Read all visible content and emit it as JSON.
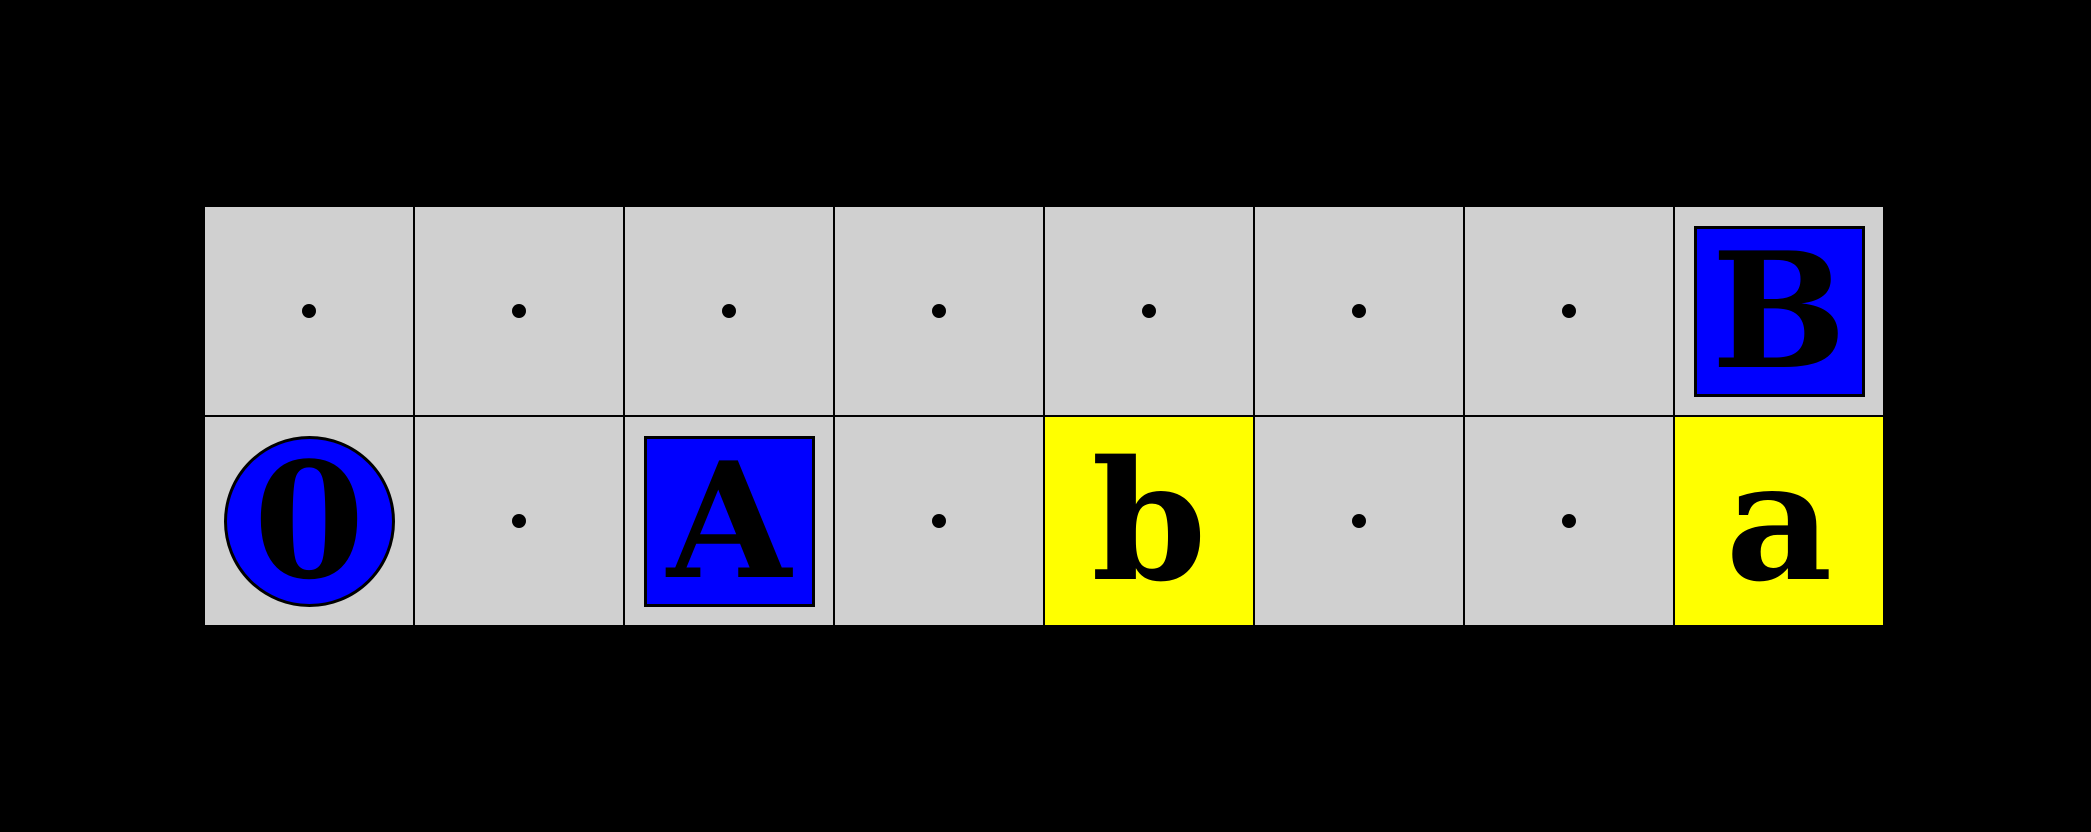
{
  "board": {
    "columns": 8,
    "rows": 2,
    "colors": {
      "floor": "#d0d0d0",
      "goal": "#ffff00",
      "piece": "#0000ff",
      "background": "#000000"
    },
    "cells": [
      [
        {
          "type": "empty",
          "label": ""
        },
        {
          "type": "empty",
          "label": ""
        },
        {
          "type": "empty",
          "label": ""
        },
        {
          "type": "empty",
          "label": ""
        },
        {
          "type": "empty",
          "label": ""
        },
        {
          "type": "empty",
          "label": ""
        },
        {
          "type": "empty",
          "label": ""
        },
        {
          "type": "box",
          "label": "B"
        }
      ],
      [
        {
          "type": "agent",
          "label": "0"
        },
        {
          "type": "empty",
          "label": ""
        },
        {
          "type": "box",
          "label": "A"
        },
        {
          "type": "empty",
          "label": ""
        },
        {
          "type": "goal",
          "label": "b"
        },
        {
          "type": "empty",
          "label": ""
        },
        {
          "type": "empty",
          "label": ""
        },
        {
          "type": "goal",
          "label": "a"
        }
      ]
    ]
  }
}
